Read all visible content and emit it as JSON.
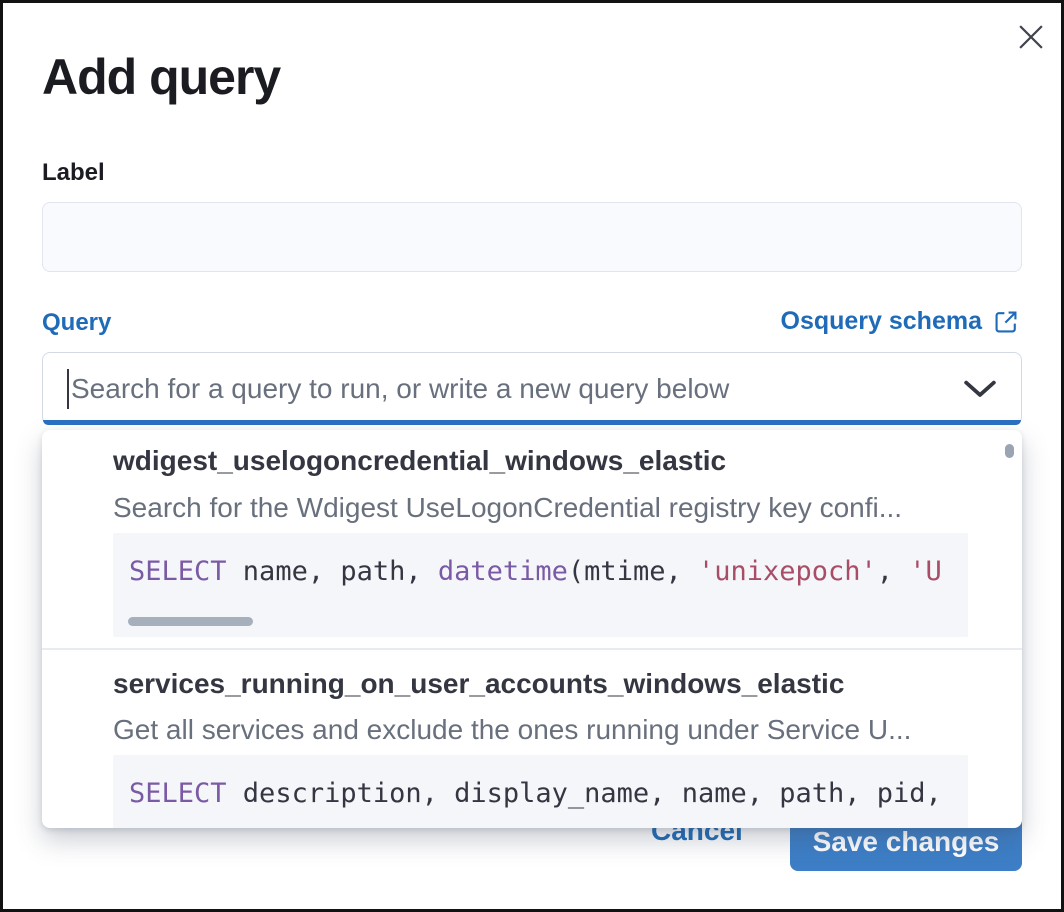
{
  "modal": {
    "title": "Add query"
  },
  "label_field": {
    "label": "Label",
    "value": ""
  },
  "query_field": {
    "label": "Query",
    "schema_link_label": "Osquery schema",
    "placeholder": "Search for a query to run, or write a new query below"
  },
  "dropdown": {
    "options": [
      {
        "title": "wdigest_uselogoncredential_windows_elastic",
        "description": "Search for the Wdigest UseLogonCredential registry key confi...",
        "sql": {
          "kw1": "SELECT",
          "t1": " name, path, ",
          "kw2": "datetime",
          "t2": "(mtime, ",
          "s1": "'unixepoch'",
          "t3": ", ",
          "s2": "'U"
        }
      },
      {
        "title": "services_running_on_user_accounts_windows_elastic",
        "description": "Get all services and exclude the ones running under Service U...",
        "sql": {
          "kw1": "SELECT",
          "t1": " description, display_name, name, path, pid,"
        }
      }
    ]
  },
  "footer": {
    "cancel_label": "Cancel",
    "save_label": "Save changes"
  },
  "colors": {
    "primary_blue": "#1f6bb8",
    "focus_underline_blue": "#2b6fc2",
    "save_button_blue": "#3d7ec6",
    "code_keyword_purple": "#7b5aa5",
    "code_string_red": "#a94d67",
    "code_background": "#f4f6fa",
    "text_dark": "#343741",
    "text_subdued": "#69707d"
  }
}
